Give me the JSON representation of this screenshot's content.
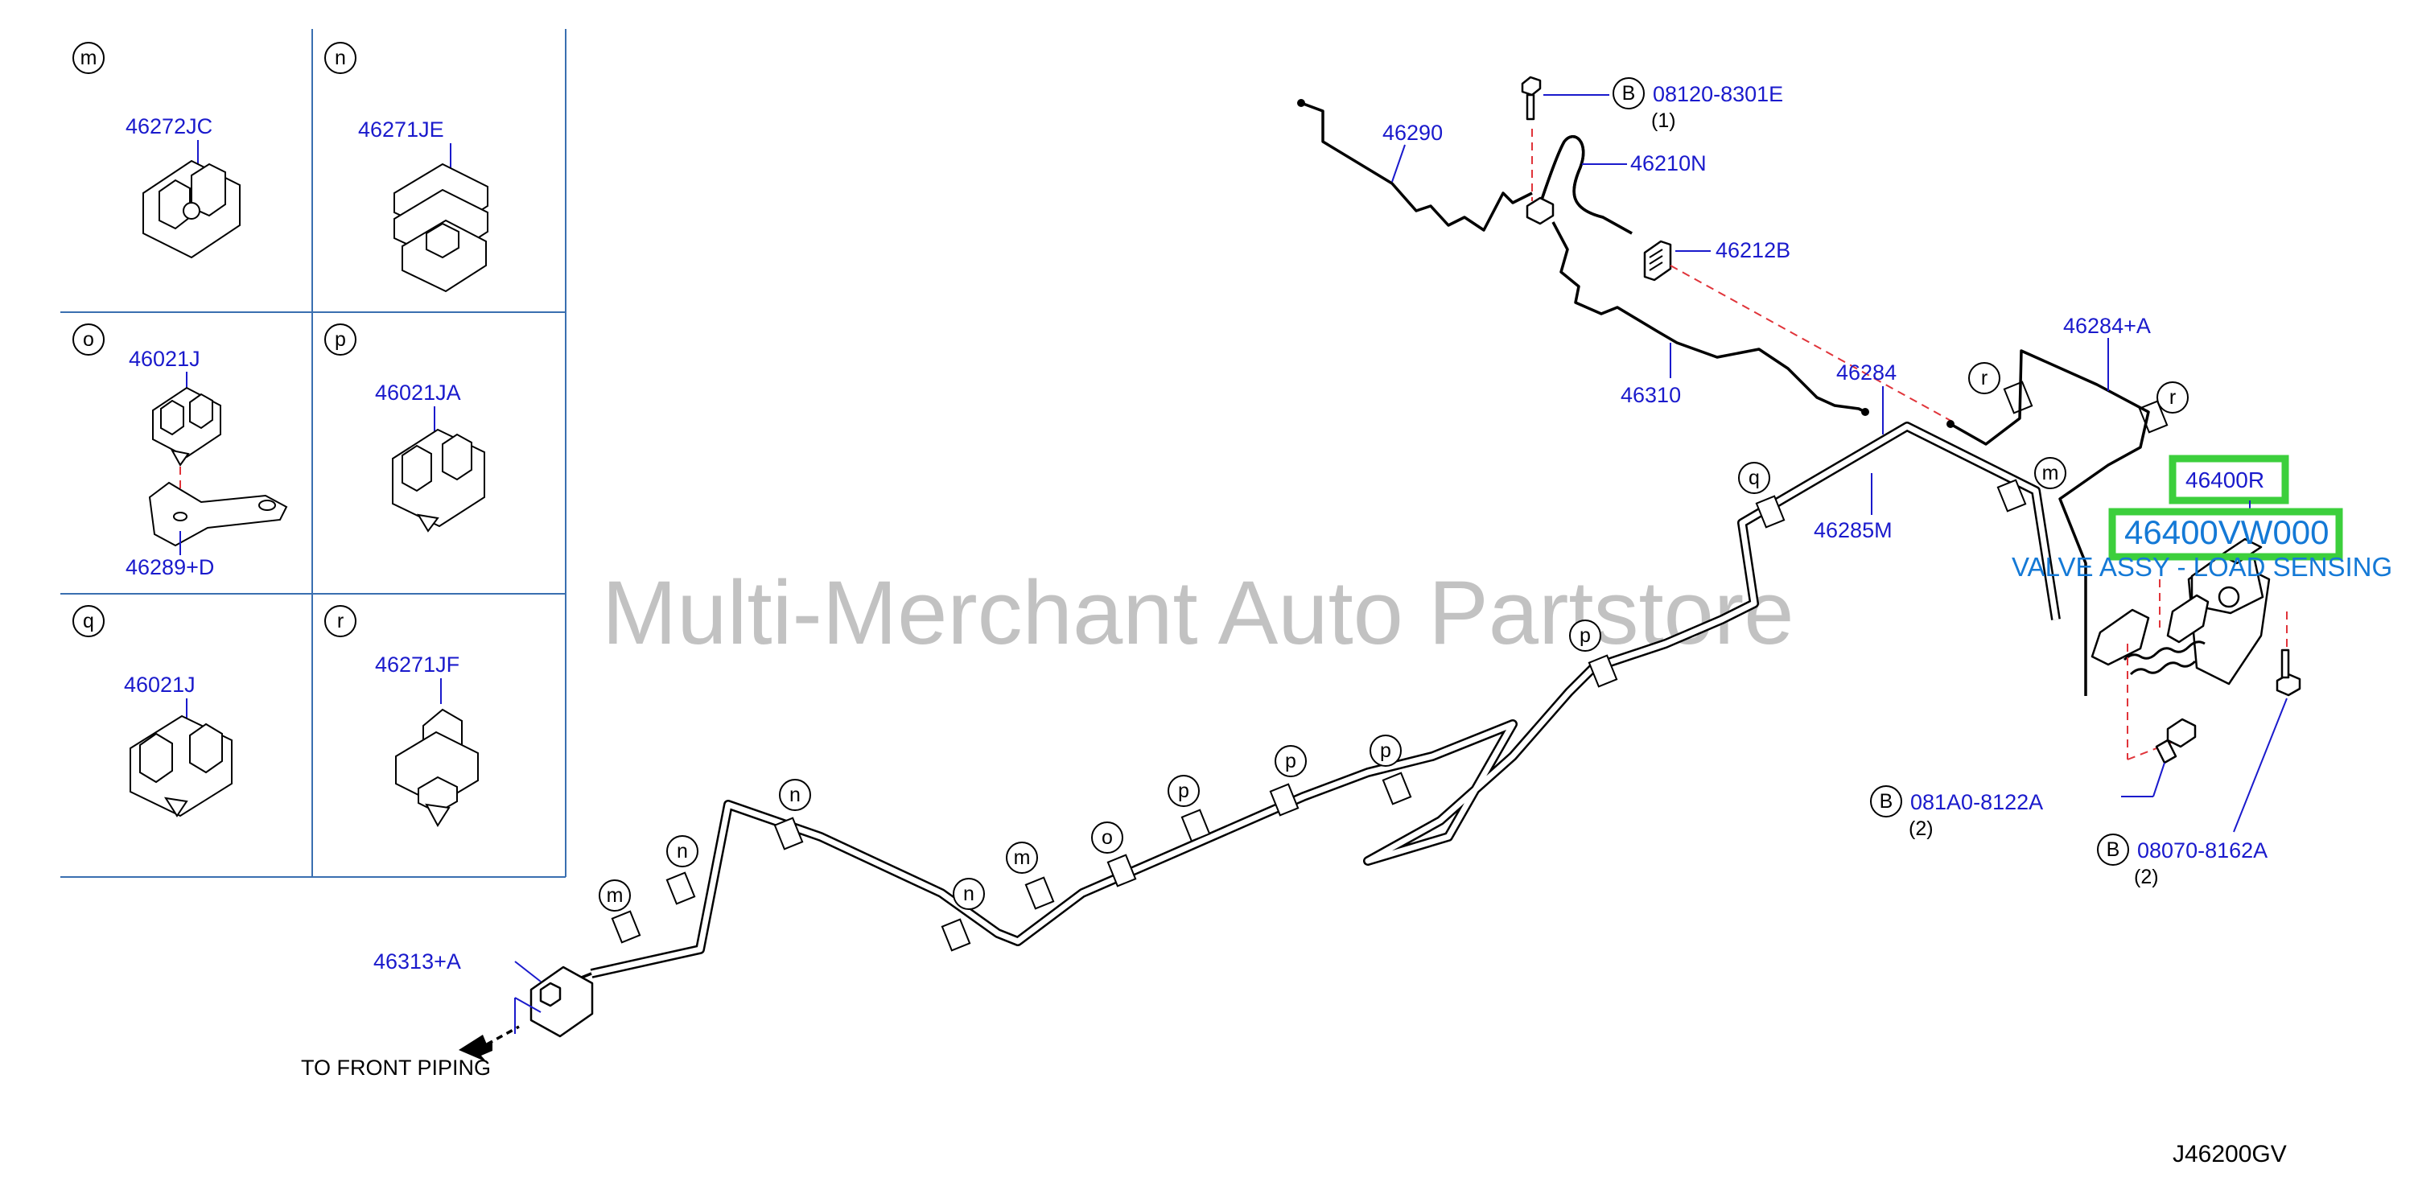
{
  "watermark": "Multi-Merchant Auto Partstore",
  "diagram_code": "J46200GV",
  "grid": {
    "cells": [
      {
        "key": "m",
        "part": "46272JC"
      },
      {
        "key": "n",
        "part": "46271JE"
      },
      {
        "key": "o",
        "part": "46021J",
        "part2": "46289+D"
      },
      {
        "key": "p",
        "part": "46021JA"
      },
      {
        "key": "q",
        "part": "46021J"
      },
      {
        "key": "r",
        "part": "46271JF"
      }
    ]
  },
  "bolts": [
    {
      "prefix": "B",
      "part": "08120-8301E",
      "qty": "(1)"
    },
    {
      "prefix": "B",
      "part": "081A0-8122A",
      "qty": "(2)"
    },
    {
      "prefix": "B",
      "part": "08070-8162A",
      "qty": "(2)"
    }
  ],
  "parts": {
    "p46290": "46290",
    "p46210N": "46210N",
    "p46212B": "46212B",
    "p46310": "46310",
    "p46284": "46284",
    "p46284A": "46284+A",
    "p46285M": "46285M",
    "p46313A": "46313+A",
    "p46400R": "46400R",
    "p46400VW000": "46400VW000"
  },
  "valve_name": "VALVE ASSY - LOAD SENSING",
  "front_note": "TO   FRONT   PIPING",
  "clip_markers": [
    "m",
    "n",
    "n",
    "n",
    "m",
    "o",
    "p",
    "p",
    "p",
    "p",
    "q",
    "m",
    "r",
    "r"
  ],
  "colors": {
    "part_number": "#1a1acc",
    "highlight": "#3ccf3c",
    "valve_label": "#1479d6",
    "guide_dash": "#e0343a",
    "grid_line": "#3a6fb0",
    "watermark": "#9e9e9e"
  }
}
